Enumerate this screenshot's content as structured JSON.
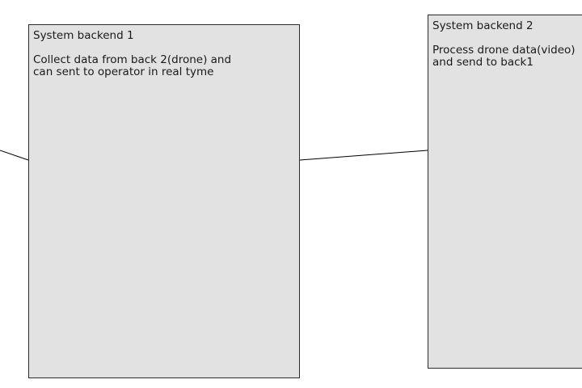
{
  "nodes": [
    {
      "title": "System backend 1",
      "body": "Collect data from back 2(drone) and\ncan sent to operator in real tyme"
    },
    {
      "title": "System backend 2",
      "body": "Process drone data(video)\nand send to back1"
    }
  ],
  "colors": {
    "node_fill": "#e2e2e2",
    "node_border": "#2a2a2a",
    "connector": "#000000"
  }
}
